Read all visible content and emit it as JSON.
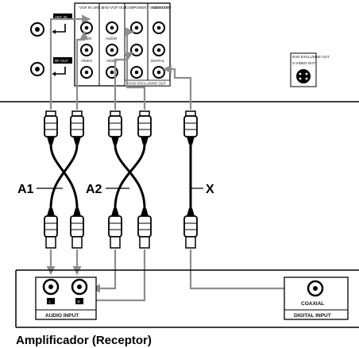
{
  "rear_panel": {
    "ant_in": "ANT. IN",
    "rf_out": "RF OUT",
    "vcr_in_line1": "VCR IN LINE 1",
    "dvd_vcr_out": "DVD-VCR OUT",
    "component_out": "COMPONENT VIDEO OUT",
    "audio_out": "AUDIO OUT",
    "audio_left": "AUDIO",
    "audio_right": "AUDIO",
    "video_in": "VIDEO",
    "video_out": "VIDEO",
    "digital": "DIGITAL",
    "dvd_exclusive_out": "DVD EXCLUSIVE OUT",
    "svideo_exclusive": "DVD EXCLUSIVE OUT",
    "svideo_out": "S-VIDEO OUT"
  },
  "cable_labels": {
    "a1": "A1",
    "a2": "A2",
    "x": "X"
  },
  "receiver": {
    "left": "L",
    "right": "R",
    "audio_input": "AUDIO INPUT",
    "coaxial": "COAXIAL",
    "digital_input": "DIGITAL INPUT"
  },
  "caption": "Amplificador (Receptor)"
}
